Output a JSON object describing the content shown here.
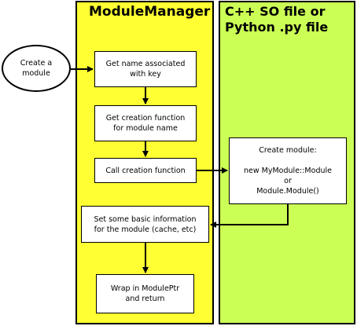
{
  "lanes": {
    "manager": {
      "title": "ModuleManager",
      "color": "#ffff33"
    },
    "file": {
      "title_line1": "C++ SO file or",
      "title_line2": "Python .py file",
      "color": "#ccff55"
    }
  },
  "nodes": {
    "start": "Create a\nmodule",
    "get_name": "Get name associated\nwith key",
    "get_creation": "Get creation function\nfor module name",
    "call_creation": "Call creation function",
    "create_module": "Create module:\n\nnew MyModule::Module\nor\nModule.Module()",
    "set_info": "Set some basic information\nfor the module (cache, etc)",
    "wrap": "Wrap in ModulePtr\nand return"
  }
}
